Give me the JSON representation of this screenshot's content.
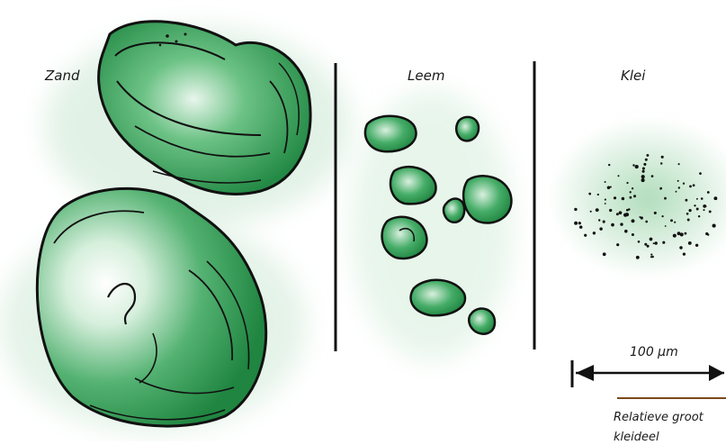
{
  "labels": {
    "sand": "Zand",
    "silt": "Leem",
    "clay": "Klei"
  },
  "scale": {
    "text": "100 µm"
  },
  "caption": {
    "line1": "Relatieve groot",
    "line2": "kleideel"
  },
  "colors": {
    "green": "#2e9a52",
    "light_green": "#a8d9b4",
    "ink": "#111111",
    "brown_rule": "#7a4a1e"
  },
  "icons": [
    "sand-grain-icon",
    "silt-grain-icon",
    "clay-particle-icon",
    "scale-arrow-icon"
  ]
}
